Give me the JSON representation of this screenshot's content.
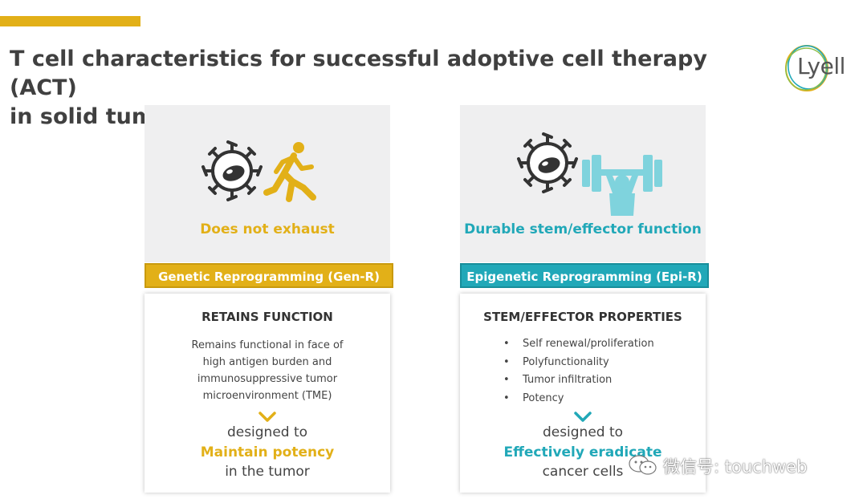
{
  "slide": {
    "title_line1": "T cell characteristics for successful adoptive cell therapy (ACT)",
    "title_line2": "in solid tumors",
    "logo_text": "Lyell",
    "colors": {
      "gold": "#e2b018",
      "teal": "#21a8b8",
      "panel_bg": "#efeff0"
    }
  },
  "left": {
    "icon": "running-person-icon",
    "caption": "Does not exhaust",
    "banner": "Genetic Reprogramming (Gen-R)",
    "card_title": "RETAINS FUNCTION",
    "description_lines": [
      "Remains functional in face of",
      "high antigen burden and",
      "immunosuppressive tumor",
      "microenvironment (TME)"
    ],
    "designed": "designed to",
    "highlight": "Maintain potency",
    "tail": "in the tumor"
  },
  "right": {
    "icon": "weightlifter-icon",
    "caption": "Durable stem/effector function",
    "banner": "Epigenetic Reprogramming (Epi-R)",
    "card_title": "STEM/EFFECTOR PROPERTIES",
    "bullets": [
      "Self renewal/proliferation",
      "Polyfunctionality",
      "Tumor infiltration",
      "Potency"
    ],
    "designed": "designed to",
    "highlight": "Effectively eradicate",
    "tail": "cancer cells"
  },
  "watermark": {
    "text": "微信号: touchweb"
  }
}
